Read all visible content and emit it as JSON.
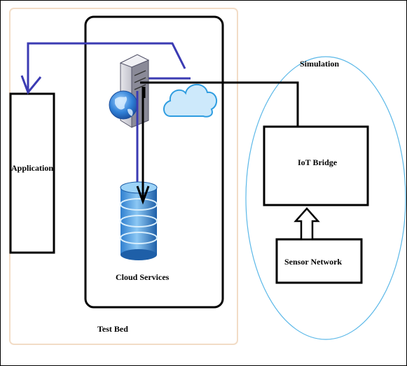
{
  "labels": {
    "application": "Application",
    "cloud_services": "Cloud Services",
    "test_bed": "Test Bed",
    "simulation": "Simulation",
    "iot_bridge": "IoT Bridge",
    "sensor_network": "Sensor Network"
  },
  "colors": {
    "test_bed_border": "#f2dcc6",
    "simulation_circle": "#5bb8e8",
    "blue_link": "#3b3bb3",
    "cloud_fill": "#cde9fb",
    "cloud_stroke": "#2f9de0",
    "database_fill": "#5fa8e0",
    "black_link": "#000000"
  },
  "icons": {
    "server": "server-icon",
    "globe": "globe-icon",
    "cloud": "cloud-icon",
    "database": "database-icon"
  }
}
